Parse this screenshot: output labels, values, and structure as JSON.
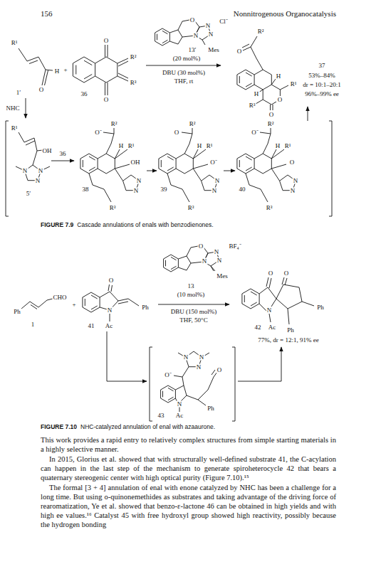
{
  "diagram": {
    "labels": [
      "156",
      "Nonnitrogenous Organocatalysis",
      "R¹",
      "H",
      "O",
      "1′",
      "+",
      "O",
      "R²",
      "R³",
      "O",
      "36",
      "O",
      "N",
      "N",
      "N",
      "Cl⁻",
      "13′",
      "Mes",
      "(20 mol%)",
      "DBU (30 mol%)",
      "THF, rt",
      "R²",
      "O",
      "R¹",
      "H",
      "H",
      "O",
      "O",
      "R³",
      "37",
      "53%–84%",
      "dr = 10:1–20:1",
      "96%–99% ee",
      "NHC",
      "R¹",
      "OH",
      "N",
      "N",
      "N",
      "5′",
      "36",
      "R²",
      "O⁻",
      "H",
      "R¹",
      "OH",
      "N",
      "N",
      "38",
      "R³",
      "R²",
      "O",
      "H",
      "R¹",
      "O⁻",
      "N",
      "N",
      "39",
      "R³",
      "R²",
      "O⁻",
      "H",
      "R¹",
      "O",
      "N",
      "N",
      "40",
      "R³",
      "FIGURE 7.9",
      "Cascade annulations of enals with benzodienones.",
      "O",
      "N",
      "N",
      "N",
      "BF₄⁻",
      "Mes",
      "13",
      "(10 mol%)",
      "Ph",
      "CHO",
      "1",
      "+",
      "O",
      "N",
      "Ph",
      "41",
      "Ac",
      "DBU (150 mol%)",
      "THF, 50°C",
      "O",
      "O",
      "N",
      "Ph",
      "42",
      "Ac",
      "Ph",
      "77%, dr = 12:1, 91% ee",
      "N",
      "N",
      "N",
      "O⁻",
      "O",
      "N",
      "Ac",
      "Ph",
      "43",
      "FIGURE 7.10",
      "NHC-catalyzed annulation of enal with azaaurone.",
      "This work provides a rapid entry to relatively complex structures from simple starting materials in a highly selective manner.",
      "In 2015, Glorius et al. showed that with structurally well-defined substrate 41, the C-acylation can happen in the last step of the mechanism to generate spiroheterocycle 42 that bears a quaternary stereogenic center with high optical purity (Figure 7.10).¹⁵",
      "The formal [3 + 4] annulation of enal with enone catalyzed by NHC has been a challenge for a long time. But using o-quinonemethides as substrates and taking advantage of the driving force of rearomatization, Ye et al. showed that benzo-ε-lactone 46 can be obtained in high yields and with high ee values.¹⁶ Catalyst 45 with free hydroxyl group showed high reactivity, possibly because the hydrogen bonding"
    ]
  }
}
